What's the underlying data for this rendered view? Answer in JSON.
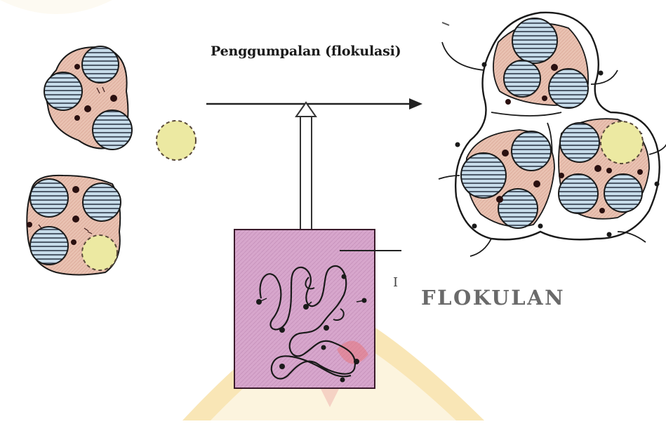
{
  "diagram": {
    "process_label": "Penggumpalan (flokulasi)",
    "flocculant_label": "FLOKULAN",
    "flocculant_pointer_mark": "I"
  },
  "colors": {
    "particle_fill": "#c7dcea",
    "particle_hatch": "#2e3a4a",
    "clay_fill": "#e9c2b2",
    "yellow_particle": "#ece9a2",
    "dot": "#2a1010",
    "box_fill": "#d7a6cc",
    "box_stroke": "#3a1a2a",
    "watermark": "#f4d27a"
  }
}
